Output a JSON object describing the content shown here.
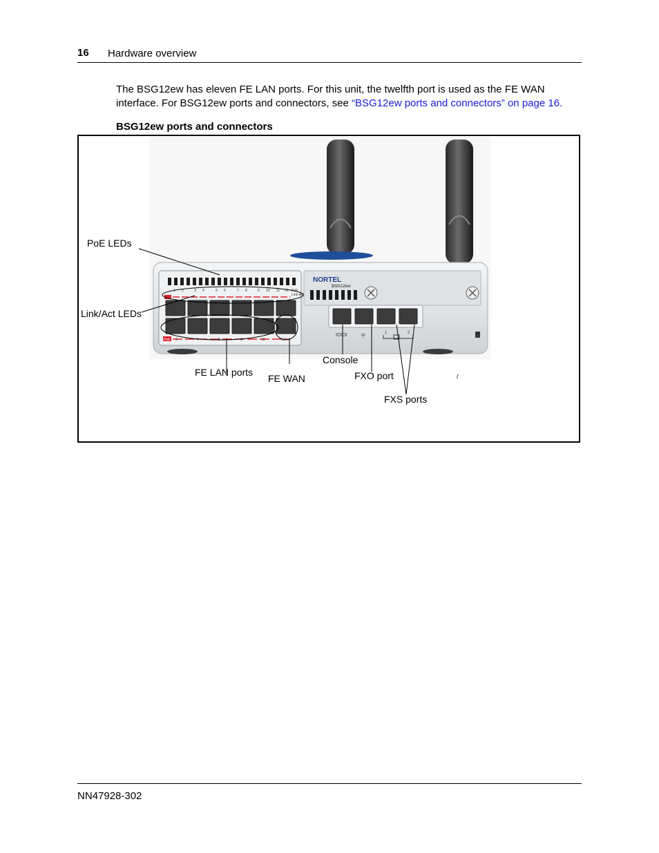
{
  "header": {
    "page_number": "16",
    "section_title": "Hardware overview"
  },
  "body": {
    "paragraph_text": "The BSG12ew has eleven FE LAN ports. For this unit, the twelfth port is used as the FE WAN interface. For BSG12ew ports and connectors, see ",
    "paragraph_link": "“BSG12ew ports and connectors” on page 16",
    "paragraph_end": "."
  },
  "figure": {
    "caption": "BSG12ew ports and connectors",
    "device": {
      "brand": "NORTEL",
      "model": "BSG12ew",
      "top_port_numbers": [
        "1",
        "2",
        "3",
        "4",
        "5",
        "6",
        "7",
        "8",
        "9",
        "10",
        "11",
        "12"
      ],
      "bottom_port_numbers": [
        "2",
        "4",
        "6",
        "8",
        "10",
        "12"
      ],
      "top_leds_legend": [
        "PoE",
        "Link-Act"
      ],
      "poe_tag": "PoE",
      "fxs_numbers": [
        "1",
        "2"
      ],
      "console_symbol": "IOIOI",
      "fxo_symbol": "╤"
    },
    "callouts": {
      "poe_leds": "PoE LEDs",
      "link_act_leds": "Link/Act LEDs",
      "fe_lan_ports": "FE LAN ports",
      "fe_wan": "FE WAN",
      "console": "Console",
      "fxo_port": "FXO port",
      "fxs_ports": "FXS ports",
      "stray_mark": "/"
    }
  },
  "footer": {
    "doc_id": "NN47928-302"
  },
  "colors": {
    "link": "#1a1ad6",
    "device_body": "#e2e4e6",
    "panel": "#f2f3f4",
    "led_red": "#d9222a"
  }
}
